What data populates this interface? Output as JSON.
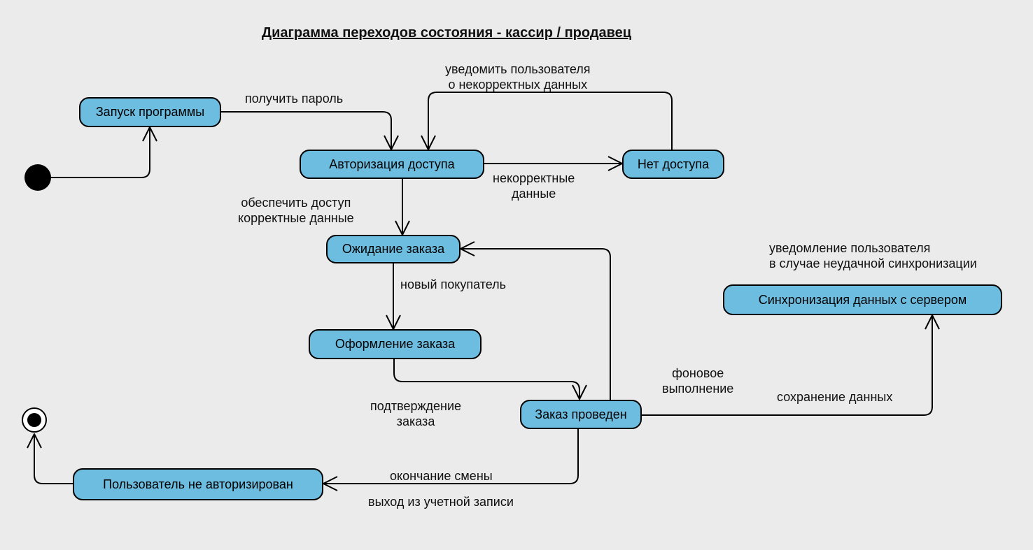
{
  "title": "Диаграмма переходов состояния - кассир / продавец",
  "colors": {
    "background": "#ebebeb",
    "state_fill": "#6dbde0",
    "stroke": "#000000"
  },
  "states": {
    "launch": "Запуск программы",
    "auth": "Авторизация доступа",
    "no_access": "Нет доступа",
    "waiting": "Ожидание заказа",
    "ordering": "Оформление заказа",
    "completed": "Заказ проведен",
    "sync": "Синхронизация данных с сервером",
    "logged_out": "Пользователь не авторизирован"
  },
  "transitions": {
    "get_password": "получить пароль",
    "notify_incorrect": [
      "уведомить пользователя",
      "о некорректных данных"
    ],
    "incorrect_data": [
      "некорректные",
      "данные"
    ],
    "provide_access": [
      "обеспечить доступ",
      "корректные данные"
    ],
    "new_customer": "новый покупатель",
    "confirm_order": [
      "подтверждение",
      "заказа"
    ],
    "background": [
      "фоновое",
      "выполнение"
    ],
    "save_data": "сохранение данных",
    "sync_fail_notify": [
      "уведомление пользователя",
      "в случае неудачной синхронизации"
    ],
    "end_shift": "окончание смены",
    "logout": "выход из учетной записи"
  }
}
